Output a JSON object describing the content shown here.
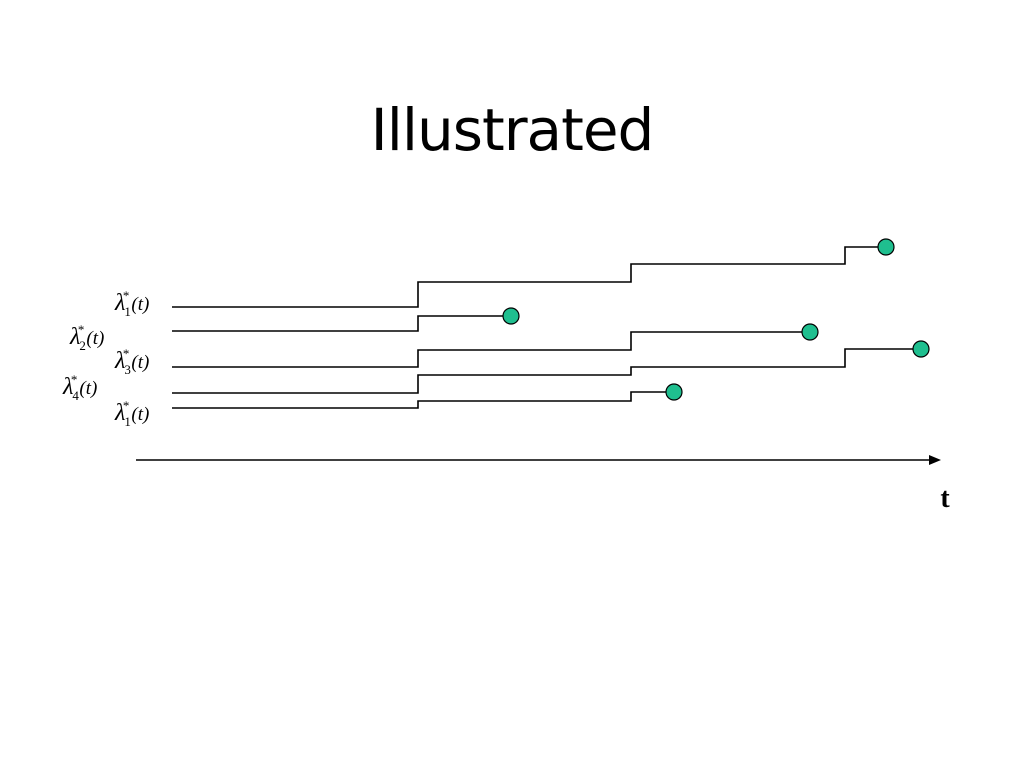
{
  "slide": {
    "title": "Illustrated"
  },
  "diagram": {
    "axis_label": "t",
    "line_color": "#000000",
    "terminal_dot_color": "#1fbf8f",
    "terminal_dot_stroke": "#000000",
    "paths": [
      {
        "name": "path-lambda1-top",
        "label": {
          "symbol": "λ",
          "sub": "1",
          "sup": "*",
          "arg": "(t)"
        }
      },
      {
        "name": "path-lambda2",
        "label": {
          "symbol": "λ",
          "sub": "2",
          "sup": "*",
          "arg": "(t)"
        }
      },
      {
        "name": "path-lambda3",
        "label": {
          "symbol": "λ",
          "sub": "3",
          "sup": "*",
          "arg": "(t)"
        }
      },
      {
        "name": "path-lambda4",
        "label": {
          "symbol": "λ",
          "sub": "4",
          "sup": "*",
          "arg": "(t)"
        }
      },
      {
        "name": "path-lambda1-bottom",
        "label": {
          "symbol": "λ",
          "sub": "1",
          "sup": "*",
          "arg": "(t)"
        }
      }
    ]
  }
}
